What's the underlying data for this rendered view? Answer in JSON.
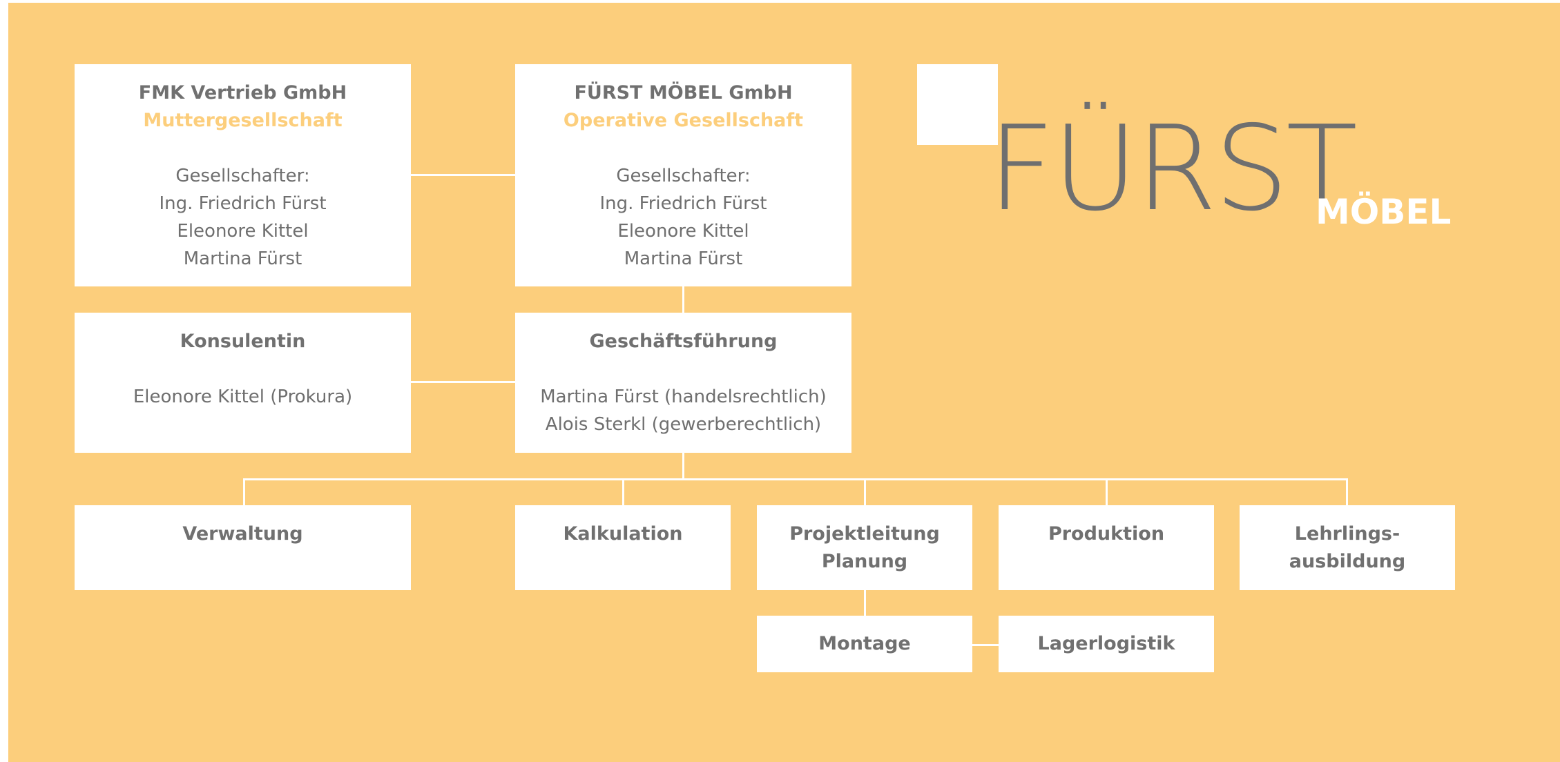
{
  "colors": {
    "background": "#fcce7c",
    "box": "#ffffff",
    "text": "#6f6f6f",
    "highlight": "#fcce7c"
  },
  "logo": {
    "word": "FÜRST",
    "suffix": "MÖBEL"
  },
  "boxes": {
    "fmk": {
      "title": "FMK Vertrieb GmbH",
      "subtitle": "Muttergesellschaft",
      "lines": [
        "Gesellschafter:",
        "Ing. Friedrich Fürst",
        "Eleonore Kittel",
        "Martina Fürst"
      ]
    },
    "fuerst": {
      "title": "FÜRST MÖBEL GmbH",
      "subtitle": "Operative Gesellschaft",
      "lines": [
        "Gesellschafter:",
        "Ing. Friedrich Fürst",
        "Eleonore Kittel",
        "Martina Fürst"
      ]
    },
    "konsulentin": {
      "title": "Konsulentin",
      "lines": [
        "Eleonore Kittel (Prokura)"
      ]
    },
    "gf": {
      "title": "Geschäftsführung",
      "lines": [
        "Martina Fürst (handelsrechtlich)",
        "Alois Sterkl (gewerberechtlich)"
      ]
    },
    "verwaltung": {
      "title": "Verwaltung"
    },
    "kalkulation": {
      "title": "Kalkulation"
    },
    "projekt": {
      "title": "Projektleitung",
      "title2": "Planung"
    },
    "produktion": {
      "title": "Produktion"
    },
    "lehrling": {
      "title": "Lehrlings-",
      "title2": "ausbildung"
    },
    "montage": {
      "title": "Montage"
    },
    "lager": {
      "title": "Lagerlogistik"
    }
  }
}
